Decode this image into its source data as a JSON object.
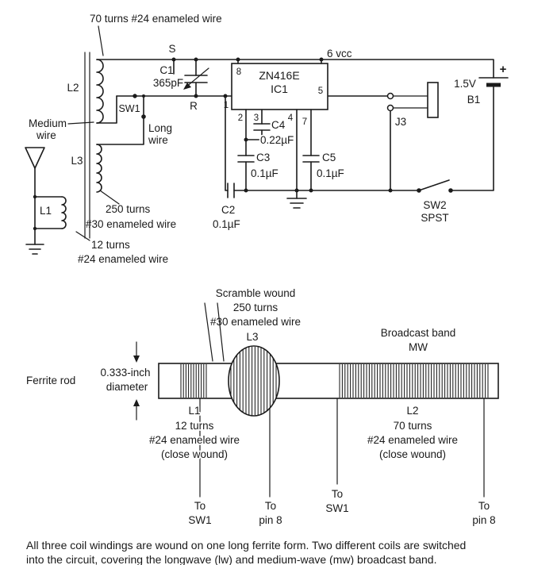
{
  "schematic": {
    "note_70turns": "70 turns #24 enameled wire",
    "l2": "L2",
    "l3": "L3",
    "l1": "L1",
    "medium_1": "Medium",
    "medium_2": "wire",
    "long_1": "Long",
    "long_2": "wire",
    "sw1": "SW1",
    "s": "S",
    "r": "R",
    "c1_name": "C1",
    "c1_val": "365pF",
    "t250_1": "250 turns",
    "t250_2": "#30 enameled wire",
    "t12_1": "12 turns",
    "t12_2": "#24 enameled wire",
    "ic_name": "ZN416E",
    "ic_ref": "IC1",
    "pin8": "8",
    "pin1": "1",
    "pin2": "2",
    "pin3": "3",
    "pin4": "4",
    "pin7": "7",
    "pin5": "5",
    "vcc": "6 vcc",
    "c4_name": "C4",
    "c4_val": "0.22µF",
    "c3_name": "C3",
    "c3_val": "0.1µF",
    "c5_name": "C5",
    "c5_val": "0.1µF",
    "c2_name": "C2",
    "c2_val": "0.1µF",
    "j3": "J3",
    "bat_val": "1.5V",
    "bat_ref": "B1",
    "bat_plus": "+",
    "sw2_name": "SW2",
    "sw2_type": "SPST"
  },
  "rod": {
    "scramble_1": "Scramble wound",
    "scramble_2": "250 turns",
    "scramble_3": "#30 enameled wire",
    "l3": "L3",
    "broadcast_1": "Broadcast band",
    "broadcast_2": "MW",
    "ferrite": "Ferrite rod",
    "dim_1": "0.333-inch",
    "dim_2": "diameter",
    "l1": "L1",
    "l1_t1": "12 turns",
    "l1_t2": "#24 enameled wire",
    "l1_t3": "(close wound)",
    "l2": "L2",
    "l2_t1": "70 turns",
    "l2_t2": "#24 enameled wire",
    "l2_t3": "(close wound)",
    "lead1_1": "To",
    "lead1_2": "SW1",
    "lead2_1": "To",
    "lead2_2": "pin 8",
    "lead3_1": "To",
    "lead3_2": "SW1",
    "lead4_1": "To",
    "lead4_2": "pin 8"
  },
  "caption": {
    "line1": "All three coil windings are wound on one long ferrite form. Two different coils are switched",
    "line2": "into the circuit, covering the longwave (lw) and medium-wave (mw) broadcast band."
  }
}
